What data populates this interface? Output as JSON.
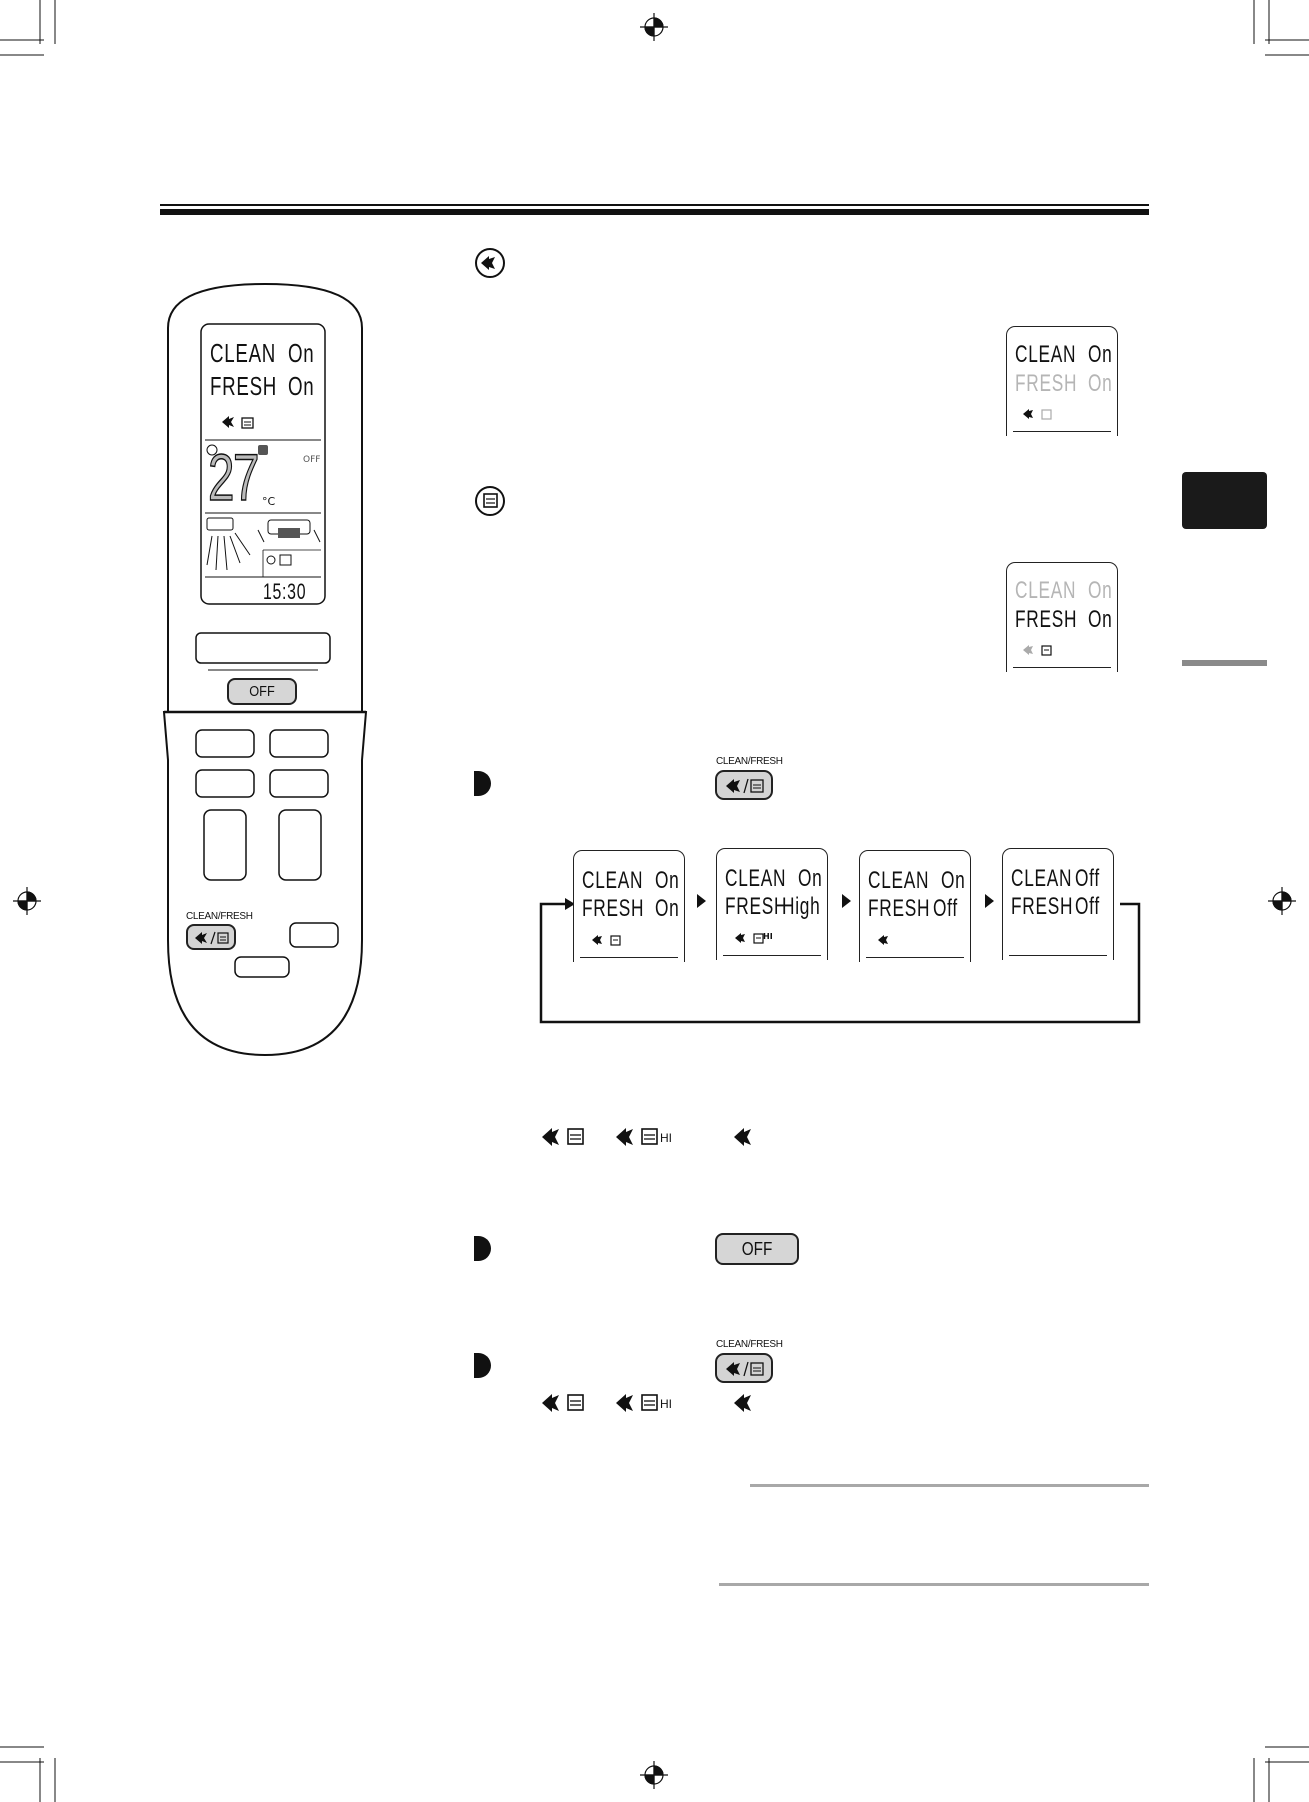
{
  "remote": {
    "display_lines": [
      {
        "label": "CLEAN",
        "value": "On"
      },
      {
        "label": "FRESH",
        "value": "On"
      }
    ],
    "temperature": "27",
    "temperature_unit": "°C",
    "off_indicator": "OFF",
    "clock": "15:30",
    "off_button": "OFF",
    "clean_fresh_label": "CLEAN/FRESH"
  },
  "clean_section": {
    "icon": "clean-icon",
    "display": {
      "lines": [
        {
          "label": "CLEAN",
          "value": "On",
          "dim": false
        },
        {
          "label": "FRESH",
          "value": "On",
          "dim": true
        }
      ]
    }
  },
  "fresh_section": {
    "icon": "fresh-icon",
    "display": {
      "lines": [
        {
          "label": "CLEAN",
          "value": "On",
          "dim": true
        },
        {
          "label": "FRESH",
          "value": "On",
          "dim": false
        }
      ]
    }
  },
  "step1": {
    "button_label": "CLEAN/FRESH",
    "cycle": [
      {
        "clean": "On",
        "fresh": "On",
        "icons": "clean-fresh-icons"
      },
      {
        "clean": "On",
        "fresh": "High",
        "icons": "clean-fresh-hi-icons"
      },
      {
        "clean": "On",
        "fresh": "Off",
        "icons": "clean-icon"
      },
      {
        "clean": "Off",
        "fresh": "Off",
        "icons": ""
      }
    ],
    "hi_label": "HI"
  },
  "step2": {
    "off_button": "OFF"
  },
  "step3": {
    "button_label": "CLEAN/FRESH",
    "hi_label": "HI"
  },
  "colors": {
    "ink": "#111111",
    "lcd_dim": "#b5b5b5",
    "button_grey": "#d4d4d4",
    "tab_black": "#1a1a1a",
    "rule_grey": "#a8a8a8"
  }
}
